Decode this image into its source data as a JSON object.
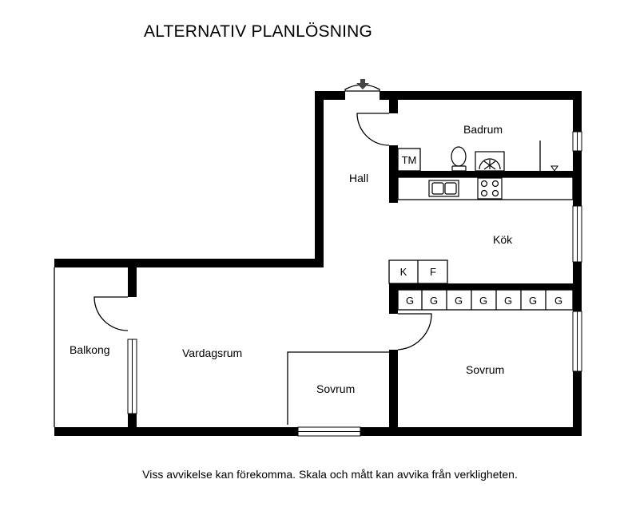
{
  "title": "ALTERNATIV PLANLÖSNING",
  "rooms": {
    "badrum": "Badrum",
    "hall": "Hall",
    "kok": "Kök",
    "balkong": "Balkong",
    "vardagsrum": "Vardagsrum",
    "sovrum_small": "Sovrum",
    "sovrum_large": "Sovrum"
  },
  "fixtures": {
    "tm": "TM",
    "k": "K",
    "f": "F",
    "g": [
      "G",
      "G",
      "G",
      "G",
      "G",
      "G",
      "G"
    ]
  },
  "disclaimer": "Viss avvikelse kan förekomma. Skala och mått kan avvika från verkligheten.",
  "colors": {
    "wall": "#000000",
    "background": "#ffffff",
    "line": "#000000"
  }
}
